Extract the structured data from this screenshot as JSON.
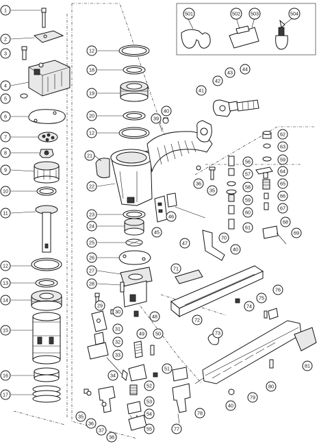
{
  "callouts": [
    "1",
    "2",
    "3",
    "4",
    "5",
    "6",
    "7",
    "8",
    "9",
    "10",
    "11",
    "12",
    "13",
    "14",
    "15",
    "16",
    "17",
    "12",
    "18",
    "19",
    "20",
    "12",
    "21",
    "22",
    "23",
    "24",
    "25",
    "26",
    "27",
    "28",
    "29",
    "30",
    "31",
    "32",
    "33",
    "34",
    "35",
    "36",
    "37",
    "38",
    "39",
    "40",
    "41",
    "42",
    "43",
    "44",
    "36",
    "35",
    "46",
    "45",
    "47",
    "48",
    "49",
    "50",
    "51",
    "52",
    "53",
    "54",
    "55",
    "77",
    "78",
    "56",
    "57",
    "58",
    "59",
    "60",
    "61",
    "62",
    "63",
    "59",
    "64",
    "65",
    "66",
    "67",
    "68",
    "69",
    "70",
    "40",
    "71",
    "72",
    "73",
    "74",
    "75",
    "76",
    "79",
    "80",
    "81",
    "40",
    "501",
    "502",
    "503",
    "504"
  ]
}
